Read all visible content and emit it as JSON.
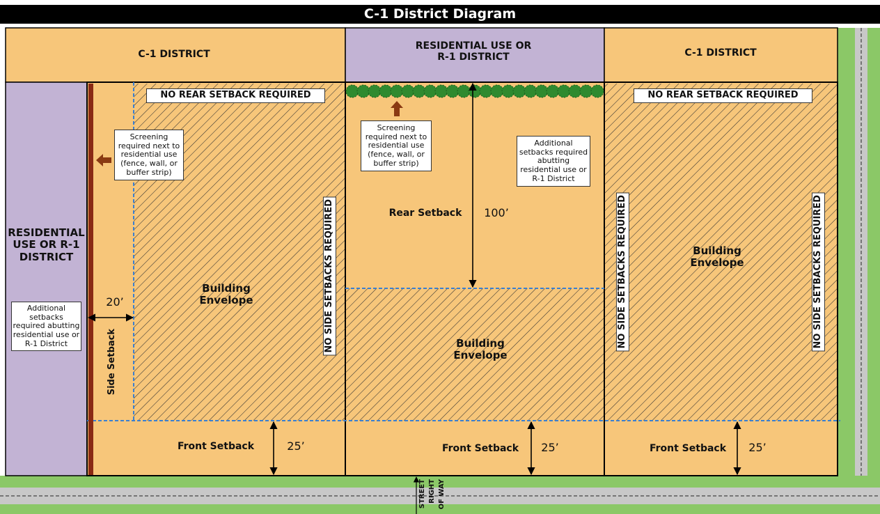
{
  "title": "C-1 District Diagram",
  "top_parcels": {
    "left": "C-1 DISTRICT",
    "middle": "RESIDENTIAL USE OR R-1 DISTRICT",
    "right": "C-1 DISTRICT"
  },
  "left_strip": {
    "label": "RESIDENTIAL USE OR R-1 DISTRICT",
    "note": "Additional setbacks required abutting residential use or R-1 District"
  },
  "lot_left": {
    "rear_note": "NO REAR SETBACK REQUIRED",
    "screening": "Screening required next to residential use (fence, wall, or buffer strip)",
    "side_dim": "20’",
    "side_label": "Side Setback",
    "envelope": "Building Envelope",
    "no_side": "NO SIDE SETBACKS REQUIRED",
    "front_label": "Front Setback",
    "front_dim": "25’"
  },
  "lot_middle": {
    "screening": "Screening required next to residential use (fence, wall, or buffer strip)",
    "additional": "Additional setbacks required abutting residential use or R-1 District",
    "rear_label": "Rear Setback",
    "rear_dim": "100’",
    "envelope": "Building Envelope",
    "front_label": "Front Setback",
    "front_dim": "25’"
  },
  "lot_right": {
    "rear_note": "NO REAR SETBACK REQUIRED",
    "no_side_left": "NO SIDE SETBACKS REQUIRED",
    "no_side_right": "NO SIDE SETBACKS REQUIRED",
    "envelope": "Building Envelope",
    "front_label": "Front Setback",
    "front_dim": "25’"
  },
  "street": {
    "line1": "STREET",
    "line2": "RIGHT",
    "line3": "OF WAY"
  },
  "colors": {
    "parcel": "#f7c67a",
    "residential": "#c2b3d4",
    "grass": "#8bc867",
    "road": "#c8c8c8",
    "setback_line": "#3a7fd0",
    "arrow_brown": "#8a3a12",
    "hedge": "#2f8a2f"
  }
}
